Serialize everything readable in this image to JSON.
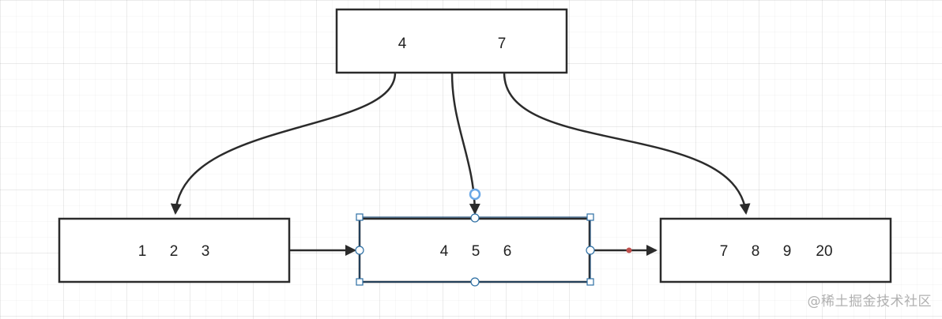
{
  "diagram": {
    "root": {
      "keys": [
        "4",
        "7"
      ]
    },
    "leaves": [
      {
        "keys": [
          "1",
          "2",
          "3"
        ]
      },
      {
        "keys": [
          "4",
          "5",
          "6"
        ]
      },
      {
        "keys": [
          "7",
          "8",
          "9",
          "20"
        ]
      }
    ],
    "selected_node": "leaf-2"
  },
  "colors": {
    "line": "#2b2b2b",
    "selection": "#1f4e79",
    "handle": "#2c6ea3",
    "connection_handle": "#6aa7e6",
    "link_dot": "#c0504d",
    "grid": "#e8e8e8"
  },
  "watermark": "@稀土掘金技术社区"
}
